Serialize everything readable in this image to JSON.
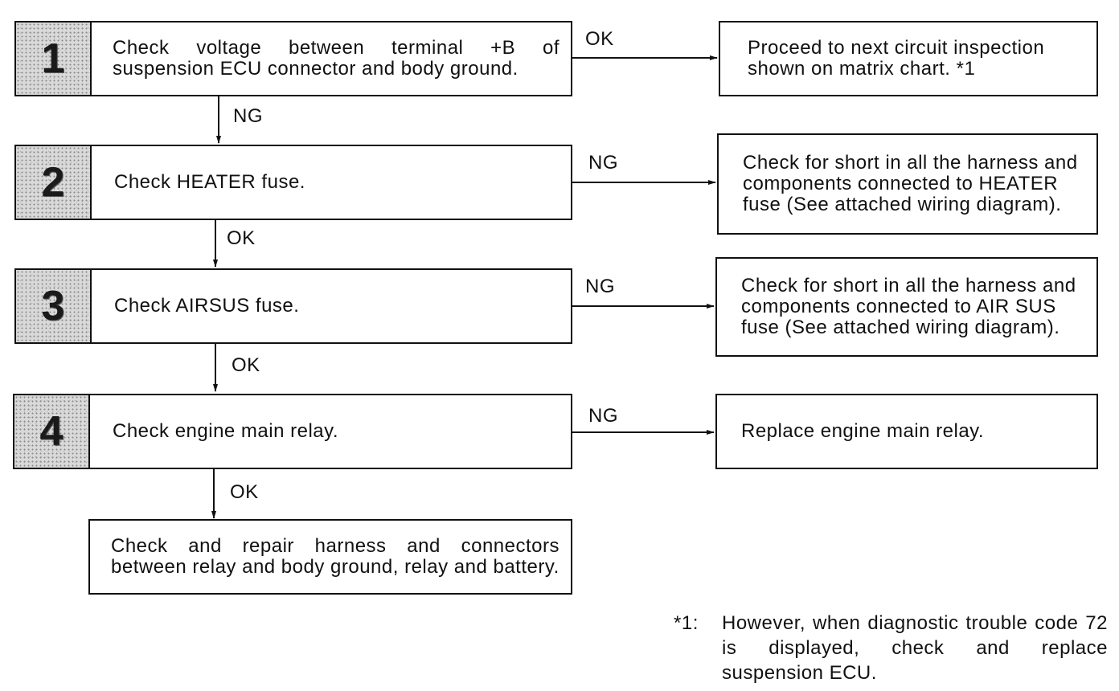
{
  "steps": [
    {
      "num": "1",
      "text": "Check voltage between terminal +B of suspension ECU connector and body ground."
    },
    {
      "num": "2",
      "text": "Check HEATER fuse."
    },
    {
      "num": "3",
      "text": "Check AIRSUS fuse."
    },
    {
      "num": "4",
      "text": "Check engine main relay."
    }
  ],
  "results": [
    "Proceed to next circuit inspection shown on matrix chart.   *1",
    "Check for short in all the harness and components connected to HEATER fuse (See attached wiring diagram).",
    "Check for short in all the harness and components connected to AIR SUS fuse (See attached wiring diagram).",
    "Replace engine main relay."
  ],
  "final_box": "Check and repair harness and connectors between relay and body ground, relay and battery.",
  "branch_labels": {
    "s1_right": "OK",
    "s1_down": "NG",
    "s2_right": "NG",
    "s2_down": "OK",
    "s3_right": "NG",
    "s3_down": "OK",
    "s4_right": "NG",
    "s4_down": "OK"
  },
  "footnote": {
    "mark": "*1:",
    "text": "However, when diagnostic trouble code 72 is displayed, check and replace suspension ECU."
  }
}
